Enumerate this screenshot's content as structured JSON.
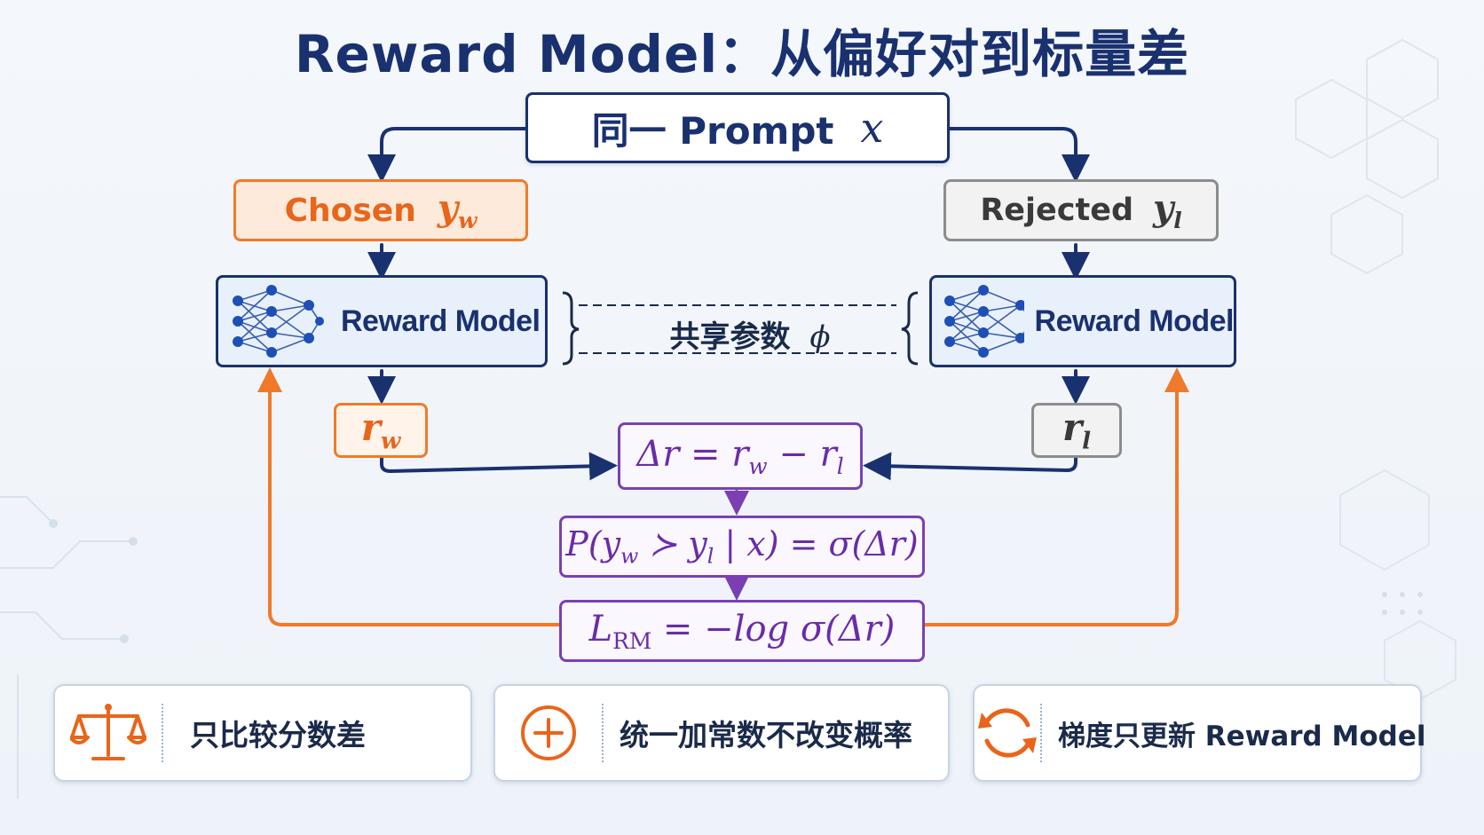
{
  "title": "Reward Model：从偏好对到标量差",
  "prompt": {
    "text": "同一 Prompt",
    "var": "x"
  },
  "chosen": {
    "text": "Chosen",
    "var": "y",
    "sub": "w"
  },
  "rejected": {
    "text": "Rejected",
    "var": "y",
    "sub": "l"
  },
  "reward_model_label": "Reward Model",
  "shared": {
    "text": "共享参数",
    "var": "ϕ"
  },
  "r_w": {
    "var": "r",
    "sub": "w"
  },
  "r_l": {
    "var": "r",
    "sub": "l"
  },
  "delta": {
    "lhs": "Δr = r",
    "sub1": "w",
    "mid": " − r",
    "sub2": "l"
  },
  "prob": {
    "p1": "P(y",
    "sub1": "w",
    "p2": " ≻ y",
    "sub2": "l",
    "p3": " | x) = σ(Δr)"
  },
  "loss": {
    "p1": "L",
    "sub": "RM",
    "p2": " = −log σ(Δr)"
  },
  "cards": [
    {
      "text": "只比较分数差",
      "icon": "balance-scale-icon"
    },
    {
      "text": "统一加常数不改变概率",
      "icon": "plus-circle-icon"
    },
    {
      "text": "梯度只更新 Reward Model",
      "icon": "refresh-icon"
    }
  ],
  "colors": {
    "navy": "#1a3170",
    "orange": "#f07a2a",
    "purple": "#7b3fb3",
    "gray": "#8c8c8c"
  }
}
